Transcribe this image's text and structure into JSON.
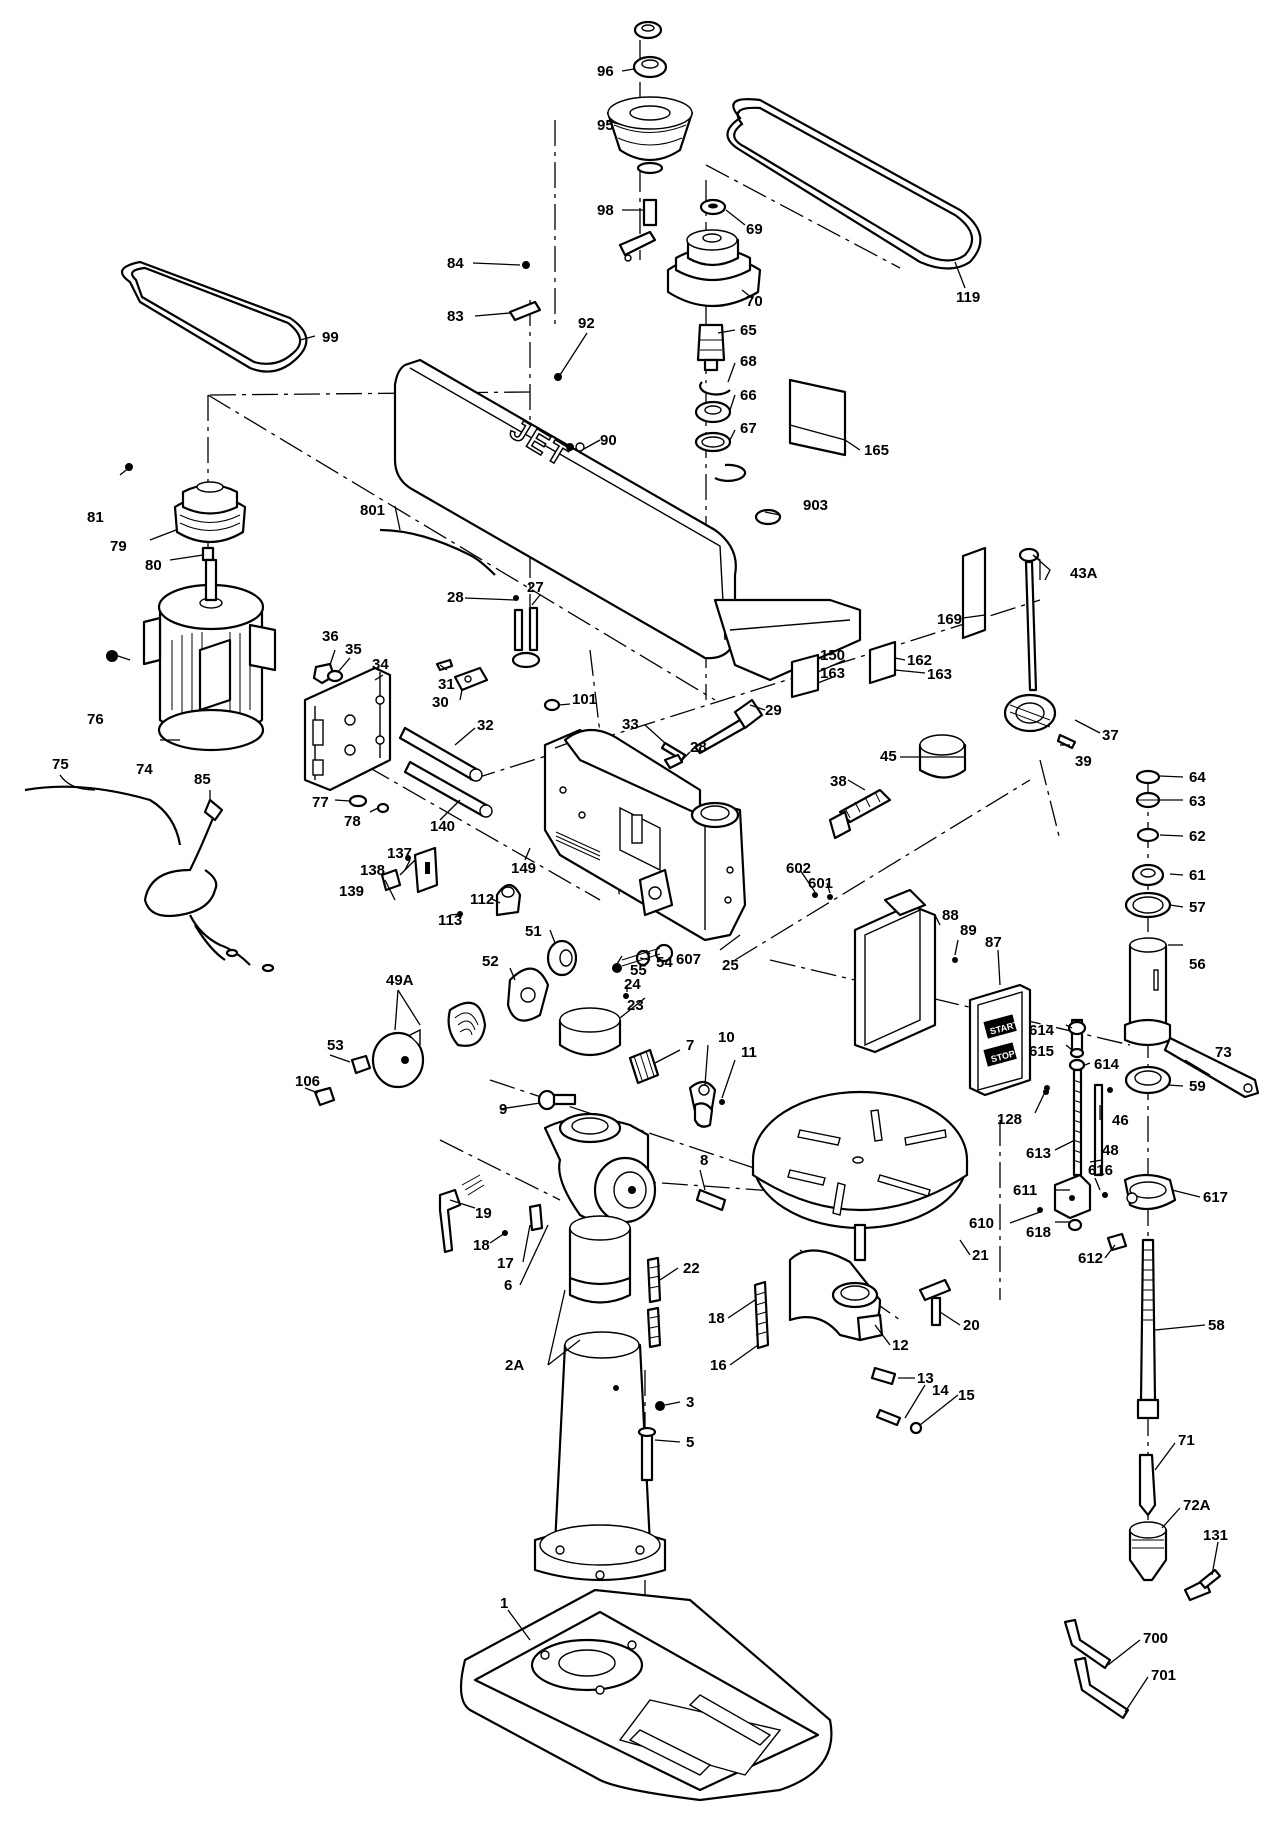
{
  "diagram": {
    "brand_mark": "JET",
    "switch_labels": {
      "start": "START",
      "stop": "STOP"
    },
    "callouts": [
      {
        "id": "c96",
        "text": "96"
      },
      {
        "id": "c95",
        "text": "95"
      },
      {
        "id": "c98",
        "text": "98"
      },
      {
        "id": "c69",
        "text": "69"
      },
      {
        "id": "c70",
        "text": "70"
      },
      {
        "id": "c119",
        "text": "119"
      },
      {
        "id": "c84",
        "text": "84"
      },
      {
        "id": "c83",
        "text": "83"
      },
      {
        "id": "c99",
        "text": "99"
      },
      {
        "id": "c92",
        "text": "92"
      },
      {
        "id": "c65",
        "text": "65"
      },
      {
        "id": "c68",
        "text": "68"
      },
      {
        "id": "c66",
        "text": "66"
      },
      {
        "id": "c67",
        "text": "67"
      },
      {
        "id": "c165",
        "text": "165"
      },
      {
        "id": "c90",
        "text": "90"
      },
      {
        "id": "c81",
        "text": "81"
      },
      {
        "id": "c79",
        "text": "79"
      },
      {
        "id": "c801",
        "text": "801"
      },
      {
        "id": "c903",
        "text": "903"
      },
      {
        "id": "c80",
        "text": "80"
      },
      {
        "id": "c43a",
        "text": "43A"
      },
      {
        "id": "c28a",
        "text": "28"
      },
      {
        "id": "c27",
        "text": "27"
      },
      {
        "id": "c169",
        "text": "169"
      },
      {
        "id": "c36",
        "text": "36"
      },
      {
        "id": "c35",
        "text": "35"
      },
      {
        "id": "c34",
        "text": "34"
      },
      {
        "id": "c31",
        "text": "31"
      },
      {
        "id": "c30",
        "text": "30"
      },
      {
        "id": "c150",
        "text": "150"
      },
      {
        "id": "c162",
        "text": "162"
      },
      {
        "id": "c163a",
        "text": "163"
      },
      {
        "id": "c163b",
        "text": "163"
      },
      {
        "id": "c76",
        "text": "76"
      },
      {
        "id": "c101",
        "text": "101"
      },
      {
        "id": "c33",
        "text": "33"
      },
      {
        "id": "c29",
        "text": "29"
      },
      {
        "id": "c37",
        "text": "37"
      },
      {
        "id": "c74",
        "text": "74"
      },
      {
        "id": "c32",
        "text": "32"
      },
      {
        "id": "c28b",
        "text": "28"
      },
      {
        "id": "c39",
        "text": "39"
      },
      {
        "id": "c75",
        "text": "75"
      },
      {
        "id": "c85",
        "text": "85"
      },
      {
        "id": "c45",
        "text": "45"
      },
      {
        "id": "c64",
        "text": "64"
      },
      {
        "id": "c63",
        "text": "63"
      },
      {
        "id": "c38",
        "text": "38"
      },
      {
        "id": "c77",
        "text": "77"
      },
      {
        "id": "c78",
        "text": "78"
      },
      {
        "id": "c140",
        "text": "140"
      },
      {
        "id": "c62",
        "text": "62"
      },
      {
        "id": "c137",
        "text": "137"
      },
      {
        "id": "c138",
        "text": "138"
      },
      {
        "id": "c149",
        "text": "149"
      },
      {
        "id": "c602",
        "text": "602"
      },
      {
        "id": "c61",
        "text": "61"
      },
      {
        "id": "c601",
        "text": "601"
      },
      {
        "id": "c139",
        "text": "139"
      },
      {
        "id": "c112",
        "text": "112"
      },
      {
        "id": "c57",
        "text": "57"
      },
      {
        "id": "c113",
        "text": "113"
      },
      {
        "id": "c88",
        "text": "88"
      },
      {
        "id": "c89",
        "text": "89"
      },
      {
        "id": "c51",
        "text": "51"
      },
      {
        "id": "c54",
        "text": "54"
      },
      {
        "id": "c607",
        "text": "607"
      },
      {
        "id": "c55",
        "text": "55"
      },
      {
        "id": "c25",
        "text": "25"
      },
      {
        "id": "c56",
        "text": "56"
      },
      {
        "id": "c52",
        "text": "52"
      },
      {
        "id": "c87",
        "text": "87"
      },
      {
        "id": "c49a",
        "text": "49A"
      },
      {
        "id": "c24",
        "text": "24"
      },
      {
        "id": "c23",
        "text": "23"
      },
      {
        "id": "c614a",
        "text": "614"
      },
      {
        "id": "c615",
        "text": "615"
      },
      {
        "id": "c614b",
        "text": "614"
      },
      {
        "id": "c73",
        "text": "73"
      },
      {
        "id": "c7",
        "text": "7"
      },
      {
        "id": "c10",
        "text": "10"
      },
      {
        "id": "c53",
        "text": "53"
      },
      {
        "id": "c11",
        "text": "11"
      },
      {
        "id": "c59",
        "text": "59"
      },
      {
        "id": "c106",
        "text": "106"
      },
      {
        "id": "c9",
        "text": "9"
      },
      {
        "id": "c128",
        "text": "128"
      },
      {
        "id": "c46",
        "text": "46"
      },
      {
        "id": "c613",
        "text": "613"
      },
      {
        "id": "c48",
        "text": "48"
      },
      {
        "id": "c8",
        "text": "8"
      },
      {
        "id": "c616",
        "text": "616"
      },
      {
        "id": "c611",
        "text": "611"
      },
      {
        "id": "c617",
        "text": "617"
      },
      {
        "id": "c19",
        "text": "19"
      },
      {
        "id": "c610",
        "text": "610"
      },
      {
        "id": "c618",
        "text": "618"
      },
      {
        "id": "c21",
        "text": "21"
      },
      {
        "id": "c18a",
        "text": "18"
      },
      {
        "id": "c17",
        "text": "17"
      },
      {
        "id": "c612",
        "text": "612"
      },
      {
        "id": "c6",
        "text": "6"
      },
      {
        "id": "c22",
        "text": "22"
      },
      {
        "id": "c58",
        "text": "58"
      },
      {
        "id": "c18b",
        "text": "18"
      },
      {
        "id": "c20",
        "text": "20"
      },
      {
        "id": "c12",
        "text": "12"
      },
      {
        "id": "c2a",
        "text": "2A"
      },
      {
        "id": "c16",
        "text": "16"
      },
      {
        "id": "c13",
        "text": "13"
      },
      {
        "id": "c14",
        "text": "14"
      },
      {
        "id": "c15",
        "text": "15"
      },
      {
        "id": "c3",
        "text": "3"
      },
      {
        "id": "c5",
        "text": "5"
      },
      {
        "id": "c71",
        "text": "71"
      },
      {
        "id": "c72a",
        "text": "72A"
      },
      {
        "id": "c131",
        "text": "131"
      },
      {
        "id": "c1",
        "text": "1"
      },
      {
        "id": "c700",
        "text": "700"
      },
      {
        "id": "c701",
        "text": "701"
      }
    ]
  }
}
